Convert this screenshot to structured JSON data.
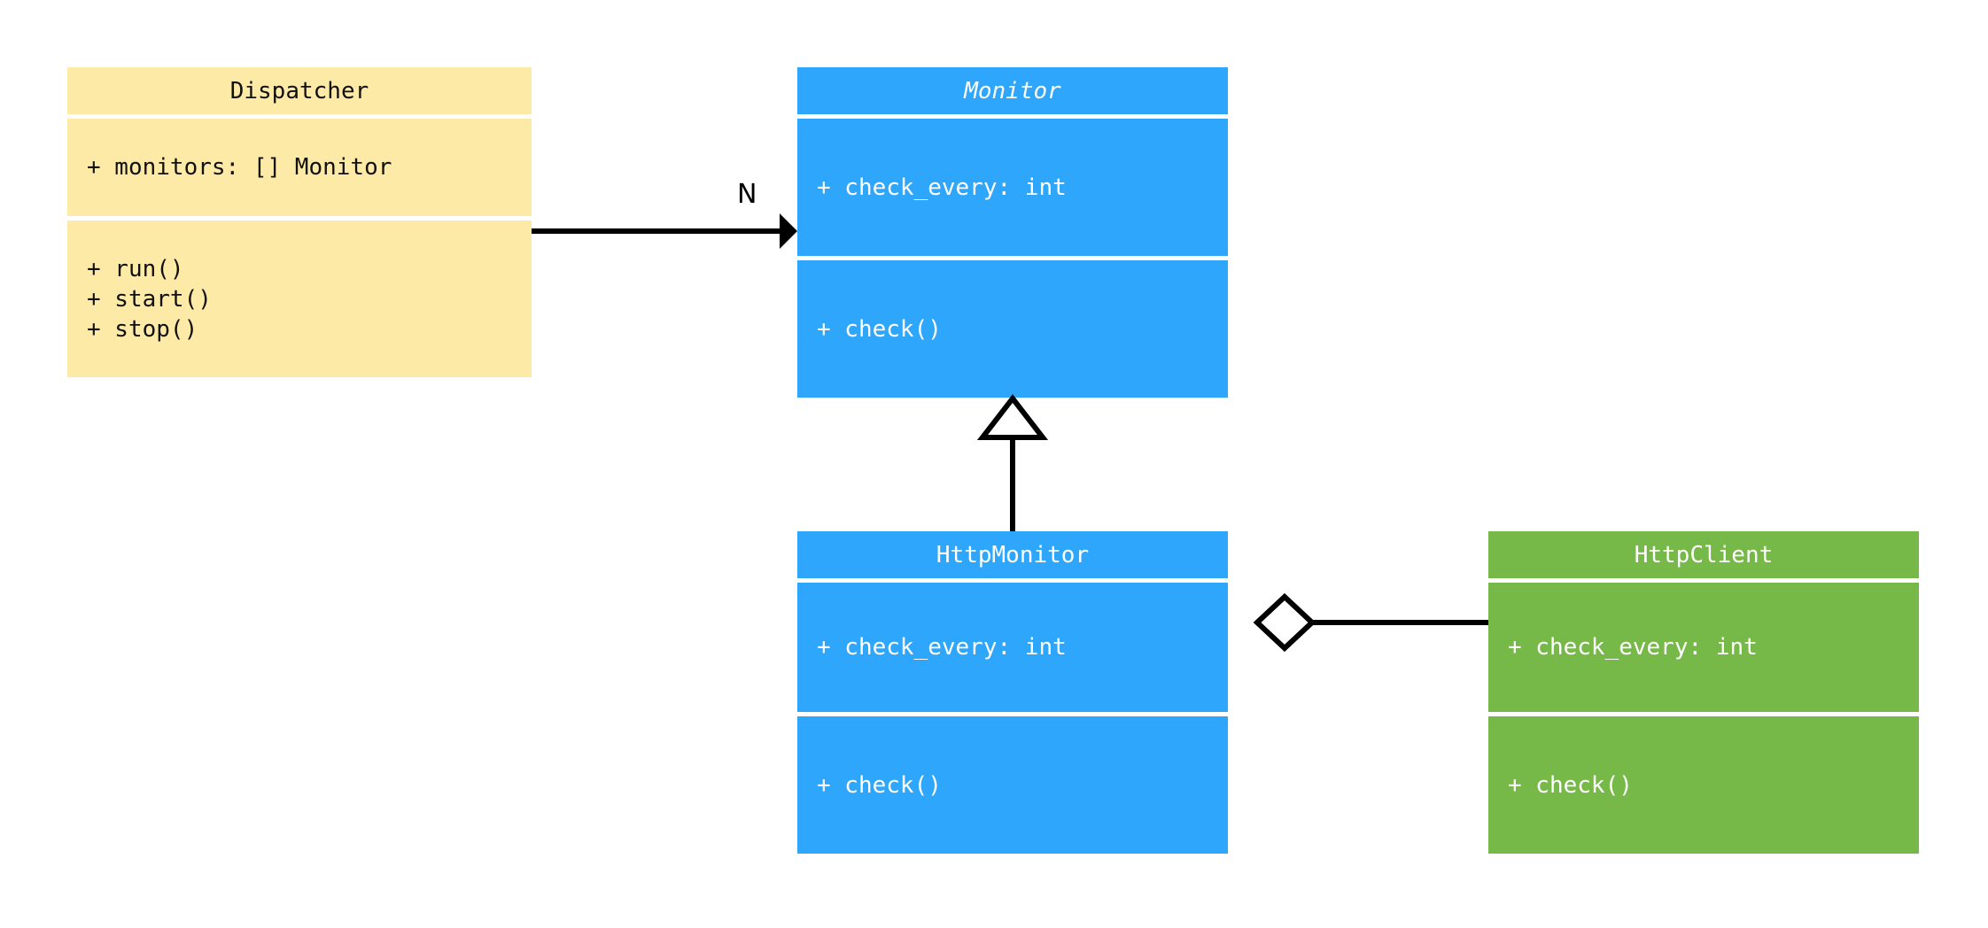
{
  "diagram": {
    "kind": "uml-class-diagram",
    "background": "#ffffff",
    "classes": [
      {
        "id": "dispatcher",
        "name": "Dispatcher",
        "abstract": false,
        "color": "#fdeaa7",
        "text_color": "#111111",
        "attributes": [
          "+ monitors: [] Monitor"
        ],
        "methods": [
          "+ run()",
          "+ start()",
          "+ stop()"
        ]
      },
      {
        "id": "monitor",
        "name": "Monitor",
        "abstract": true,
        "color": "#2ea6fb",
        "text_color": "#ffffff",
        "attributes": [
          "+ check_every: int"
        ],
        "methods": [
          "+ check()"
        ]
      },
      {
        "id": "http_monitor",
        "name": "HttpMonitor",
        "abstract": false,
        "color": "#2ea6fb",
        "text_color": "#ffffff",
        "attributes": [
          "+ check_every: int"
        ],
        "methods": [
          "+ check()"
        ]
      },
      {
        "id": "http_client",
        "name": "HttpClient",
        "abstract": false,
        "color": "#76b948",
        "text_color": "#ffffff",
        "attributes": [
          "+ check_every: int"
        ],
        "methods": [
          "+ check()"
        ]
      }
    ],
    "relationships": [
      {
        "id": "dispatcher-to-monitor",
        "type": "association",
        "from": "Dispatcher",
        "to": "Monitor",
        "label": "N",
        "arrow": "solid-arrowhead",
        "color": "#000000"
      },
      {
        "id": "httpmonitor-inherits-monitor",
        "type": "generalization",
        "from": "HttpMonitor",
        "to": "Monitor",
        "label": "",
        "arrow": "hollow-triangle",
        "color": "#000000"
      },
      {
        "id": "httpmonitor-aggregates-httpclient",
        "type": "aggregation",
        "from": "HttpMonitor",
        "to": "HttpClient",
        "label": "",
        "arrow": "hollow-diamond",
        "color": "#000000"
      }
    ]
  }
}
